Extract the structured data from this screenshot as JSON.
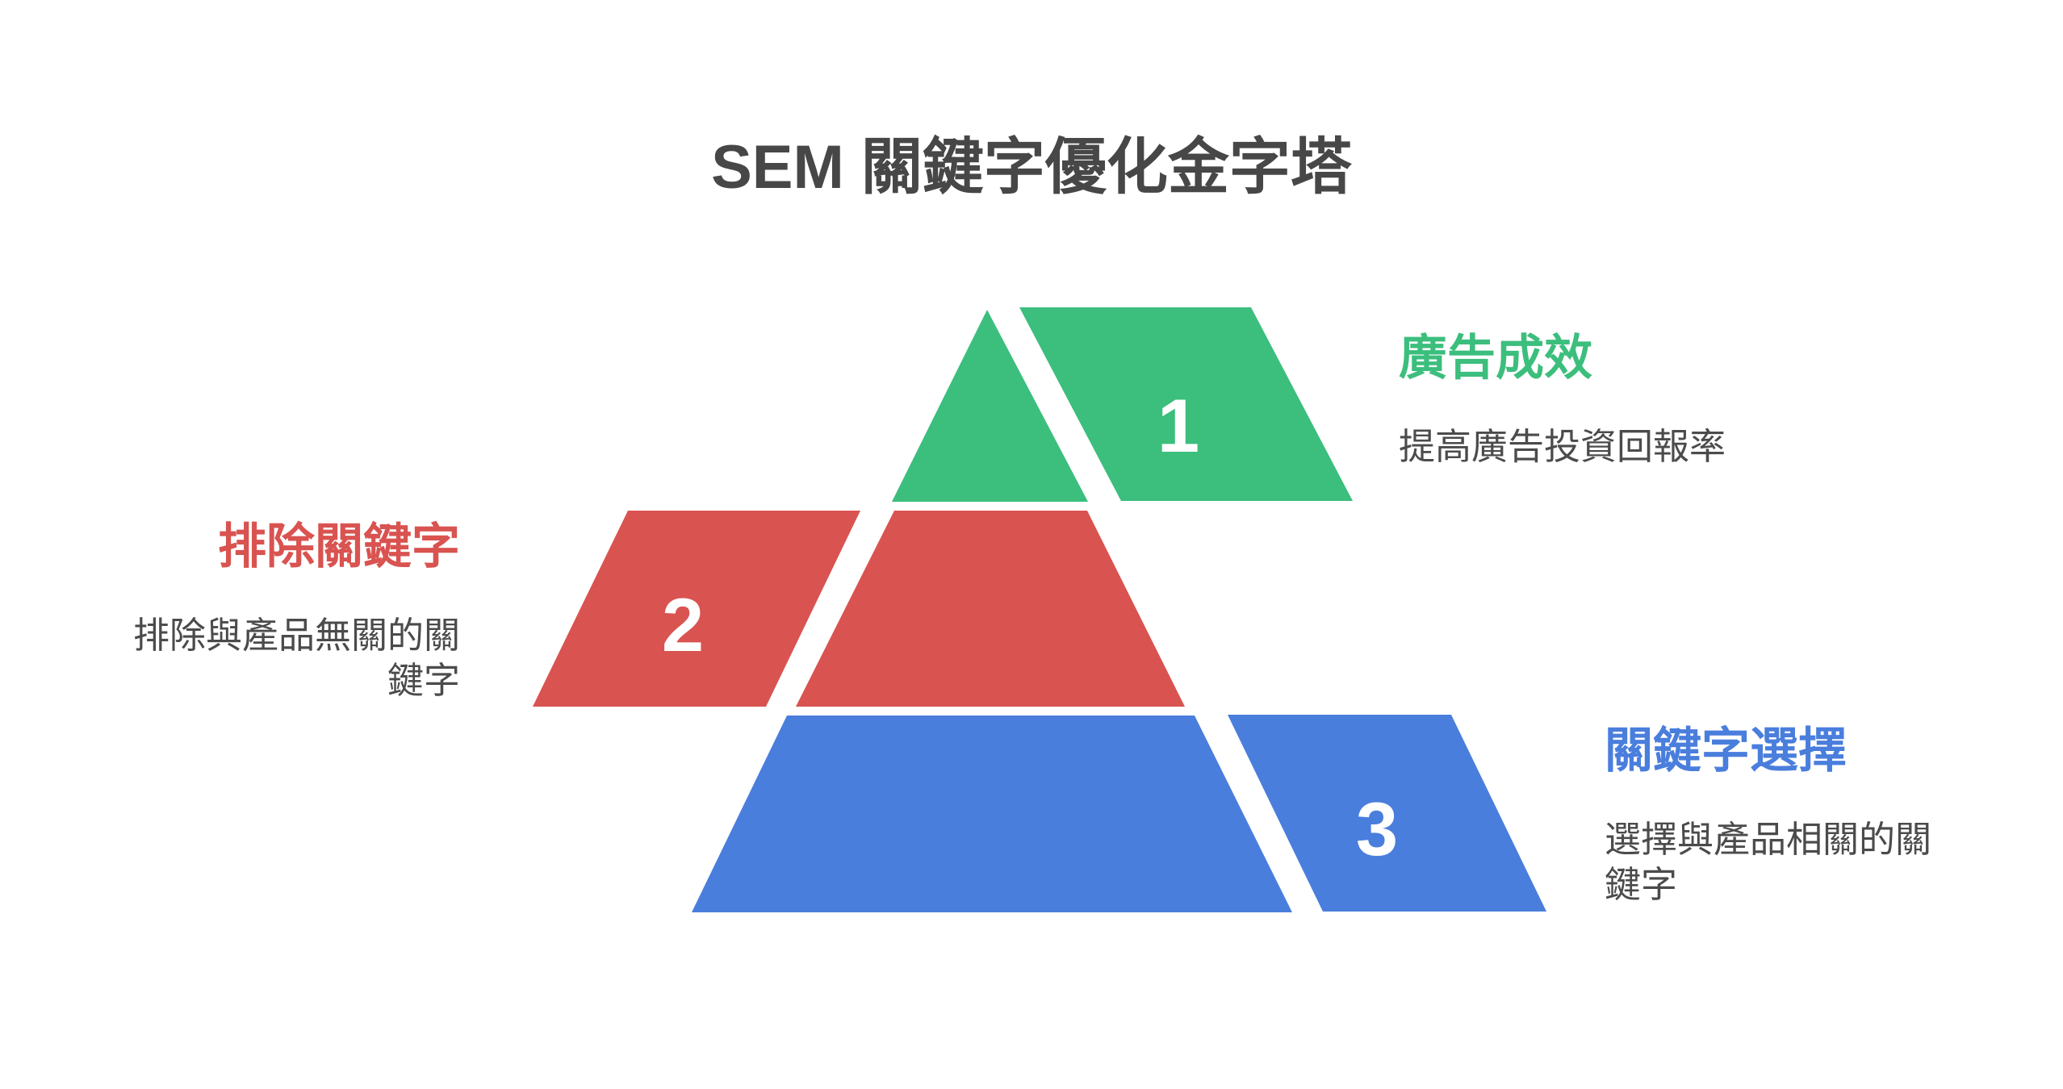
{
  "title": "SEM 關鍵字優化金字塔",
  "colors": {
    "green": "#3cbe7d",
    "red": "#d95350",
    "blue": "#4a7edd",
    "title-gray": "#474747",
    "body-gray": "#4b4b4b",
    "number-white": "#ffffff",
    "background": "#ffffff"
  },
  "pyramid": {
    "levels": [
      {
        "number": "1",
        "label": "廣告成效",
        "description": "提高廣告投資回報率",
        "color": "green",
        "side": "right"
      },
      {
        "number": "2",
        "label": "排除關鍵字",
        "description": "排除與產品無關的關鍵字",
        "color": "red",
        "side": "left"
      },
      {
        "number": "3",
        "label": "關鍵字選擇",
        "description": "選擇與產品相關的關鍵字",
        "color": "blue",
        "side": "right"
      }
    ]
  }
}
